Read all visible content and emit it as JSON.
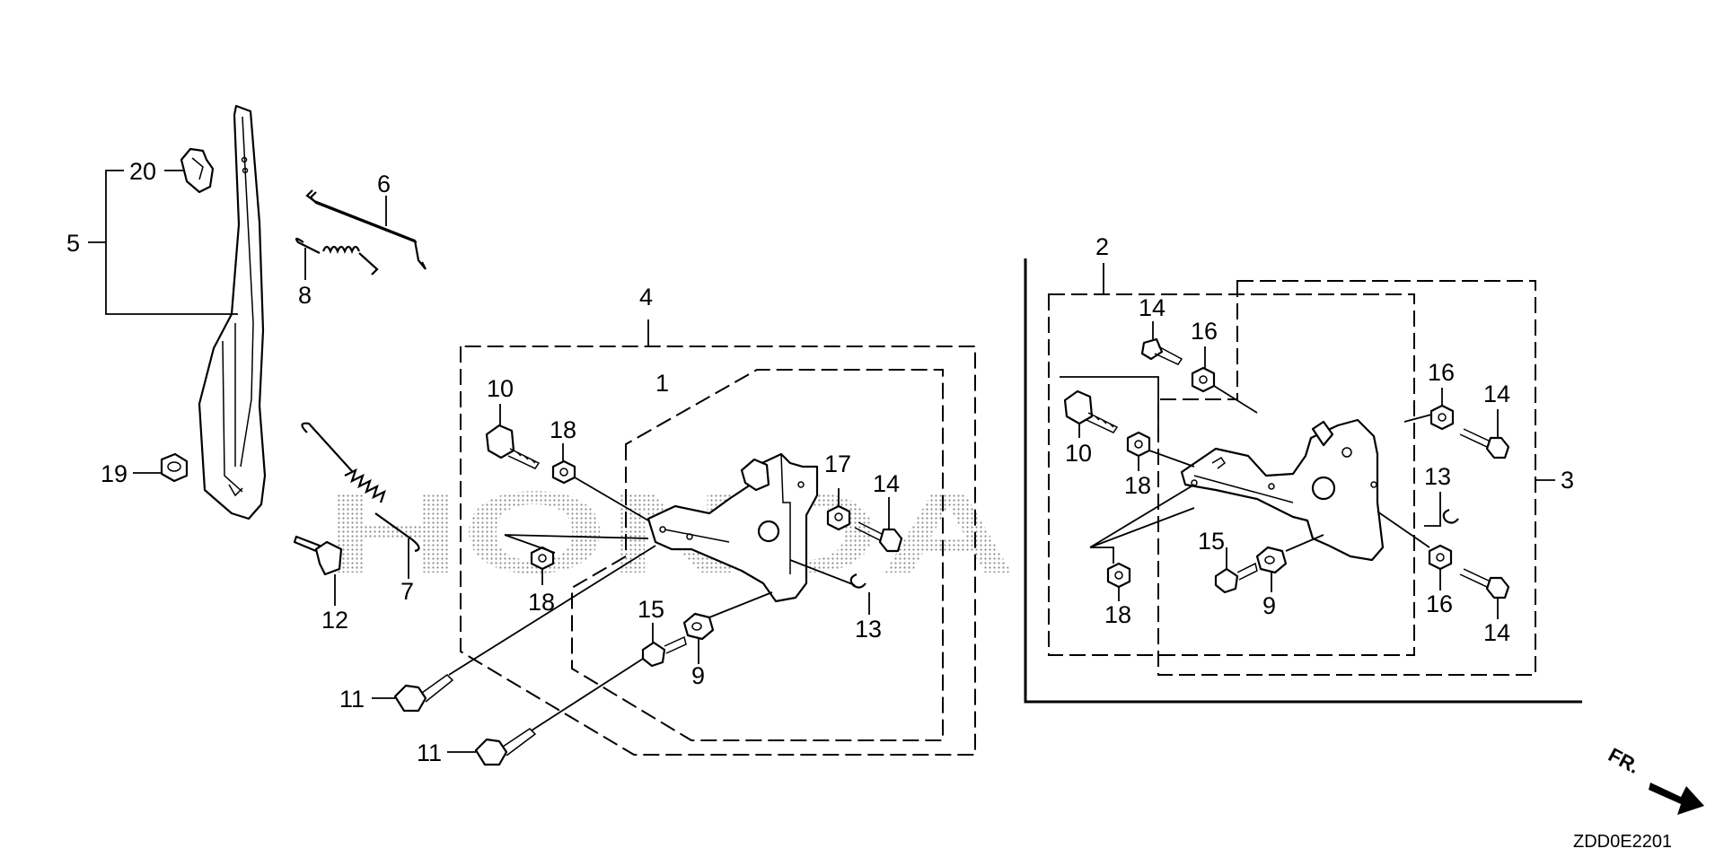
{
  "diagram": {
    "watermark": "HONDA",
    "diagram_code": "ZDD0E2201",
    "direction_label": "FR.",
    "callouts": {
      "c20": "20",
      "c5": "5",
      "c6": "6",
      "c8": "8",
      "c19": "19",
      "c12": "12",
      "c7": "7",
      "c4": "4",
      "c1": "1",
      "c10a": "10",
      "c18a": "18",
      "c18b": "18",
      "c17": "17",
      "c14a": "14",
      "c13a": "13",
      "c15a": "15",
      "c9a": "9",
      "c11a": "11",
      "c11b": "11",
      "c2": "2",
      "c14b": "14",
      "c16a": "16",
      "c16b": "16",
      "c14c": "14",
      "c10b": "10",
      "c18c": "18",
      "c13b": "13",
      "c3": "3",
      "c15b": "15",
      "c9b": "9",
      "c18d": "18",
      "c16c": "16",
      "c14d": "14"
    }
  }
}
